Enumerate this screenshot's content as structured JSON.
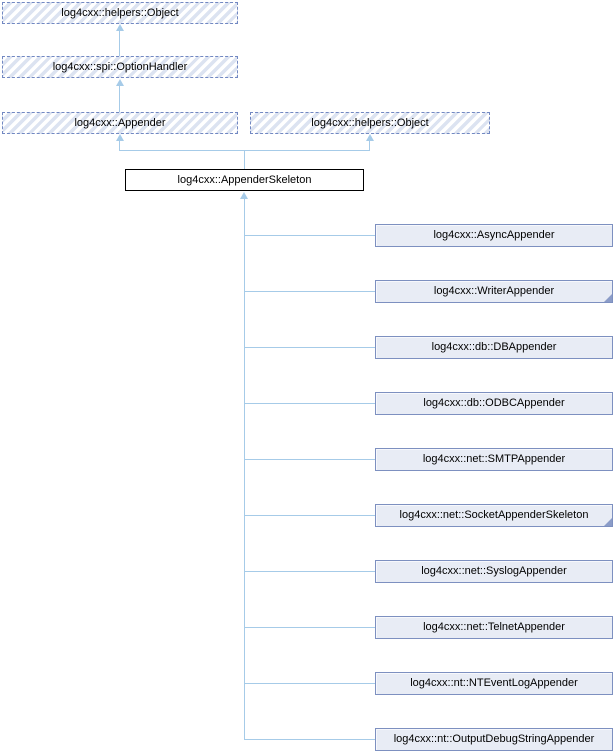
{
  "diagram": {
    "type": "class-inheritance-graph",
    "ancestors": [
      {
        "label": "log4cxx::helpers::Object"
      },
      {
        "label": "log4cxx::spi::OptionHandler"
      },
      {
        "label": "log4cxx::Appender"
      },
      {
        "label": "log4cxx::helpers::Object"
      }
    ],
    "main_class": {
      "label": "log4cxx::AppenderSkeleton"
    },
    "subclasses": [
      {
        "label": "log4cxx::AsyncAppender",
        "has_hidden_subclasses": false
      },
      {
        "label": "log4cxx::WriterAppender",
        "has_hidden_subclasses": true
      },
      {
        "label": "log4cxx::db::DBAppender",
        "has_hidden_subclasses": false
      },
      {
        "label": "log4cxx::db::ODBCAppender",
        "has_hidden_subclasses": false
      },
      {
        "label": "log4cxx::net::SMTPAppender",
        "has_hidden_subclasses": false
      },
      {
        "label": "log4cxx::net::SocketAppenderSkeleton",
        "has_hidden_subclasses": true
      },
      {
        "label": "log4cxx::net::SyslogAppender",
        "has_hidden_subclasses": false
      },
      {
        "label": "log4cxx::net::TelnetAppender",
        "has_hidden_subclasses": false
      },
      {
        "label": "log4cxx::nt::NTEventLogAppender",
        "has_hidden_subclasses": false
      },
      {
        "label": "log4cxx::nt::OutputDebugStringAppender",
        "has_hidden_subclasses": false
      }
    ],
    "colors": {
      "edge_blue": "#a6cbe8",
      "node_fill": "#e8ecf5",
      "node_border": "#7d90c0",
      "hatch_stripe": "#dce3f1",
      "dashed_border": "#7288c2",
      "main_node_border": "#000000",
      "fold_marker": "#8b9cc8"
    }
  }
}
